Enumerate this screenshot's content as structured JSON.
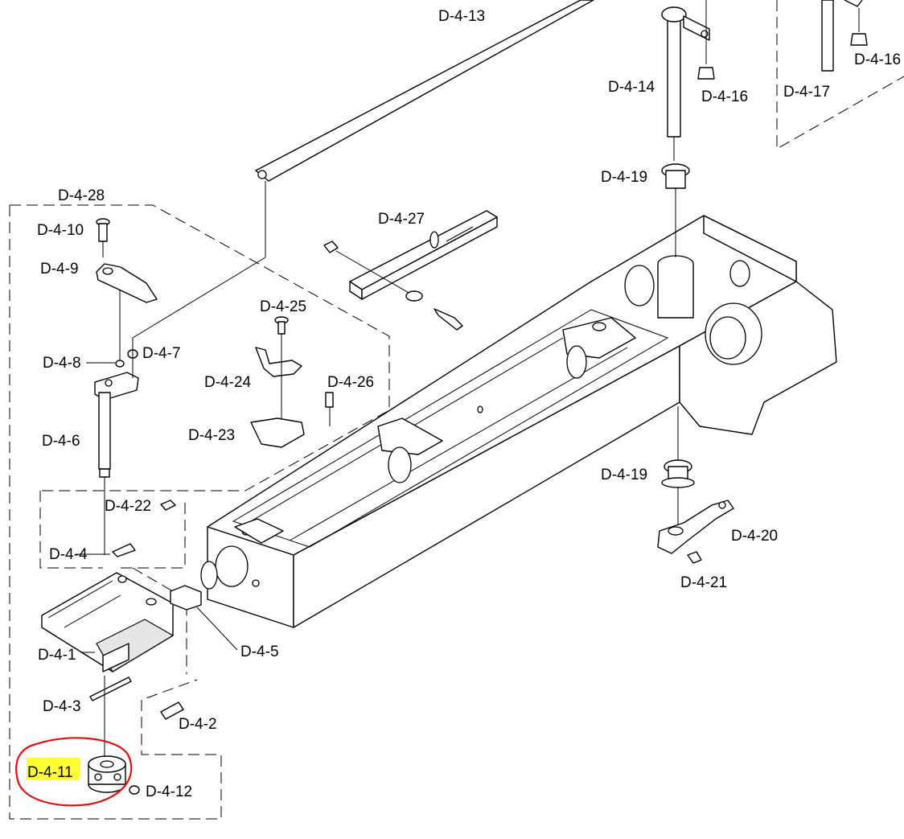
{
  "diagram": {
    "highlight_color": "#ffff33",
    "circle_color": "#e01010",
    "highlighted_label": "D-4-11",
    "labels": {
      "d4_1": "D-4-1",
      "d4_2": "D-4-2",
      "d4_3": "D-4-3",
      "d4_4": "D-4-4",
      "d4_5": "D-4-5",
      "d4_6": "D-4-6",
      "d4_7": "D-4-7",
      "d4_8": "D-4-8",
      "d4_9": "D-4-9",
      "d4_10": "D-4-10",
      "d4_11": "D-4-11",
      "d4_12": "D-4-12",
      "d4_13": "D-4-13",
      "d4_14": "D-4-14",
      "d4_16a": "D-4-16",
      "d4_16b": "D-4-16",
      "d4_17": "D-4-17",
      "d4_19a": "D-4-19",
      "d4_19b": "D-4-19",
      "d4_20": "D-4-20",
      "d4_21": "D-4-21",
      "d4_22": "D-4-22",
      "d4_23": "D-4-23",
      "d4_24": "D-4-24",
      "d4_25": "D-4-25",
      "d4_26": "D-4-26",
      "d4_27": "D-4-27",
      "d4_28": "D-4-28"
    }
  }
}
